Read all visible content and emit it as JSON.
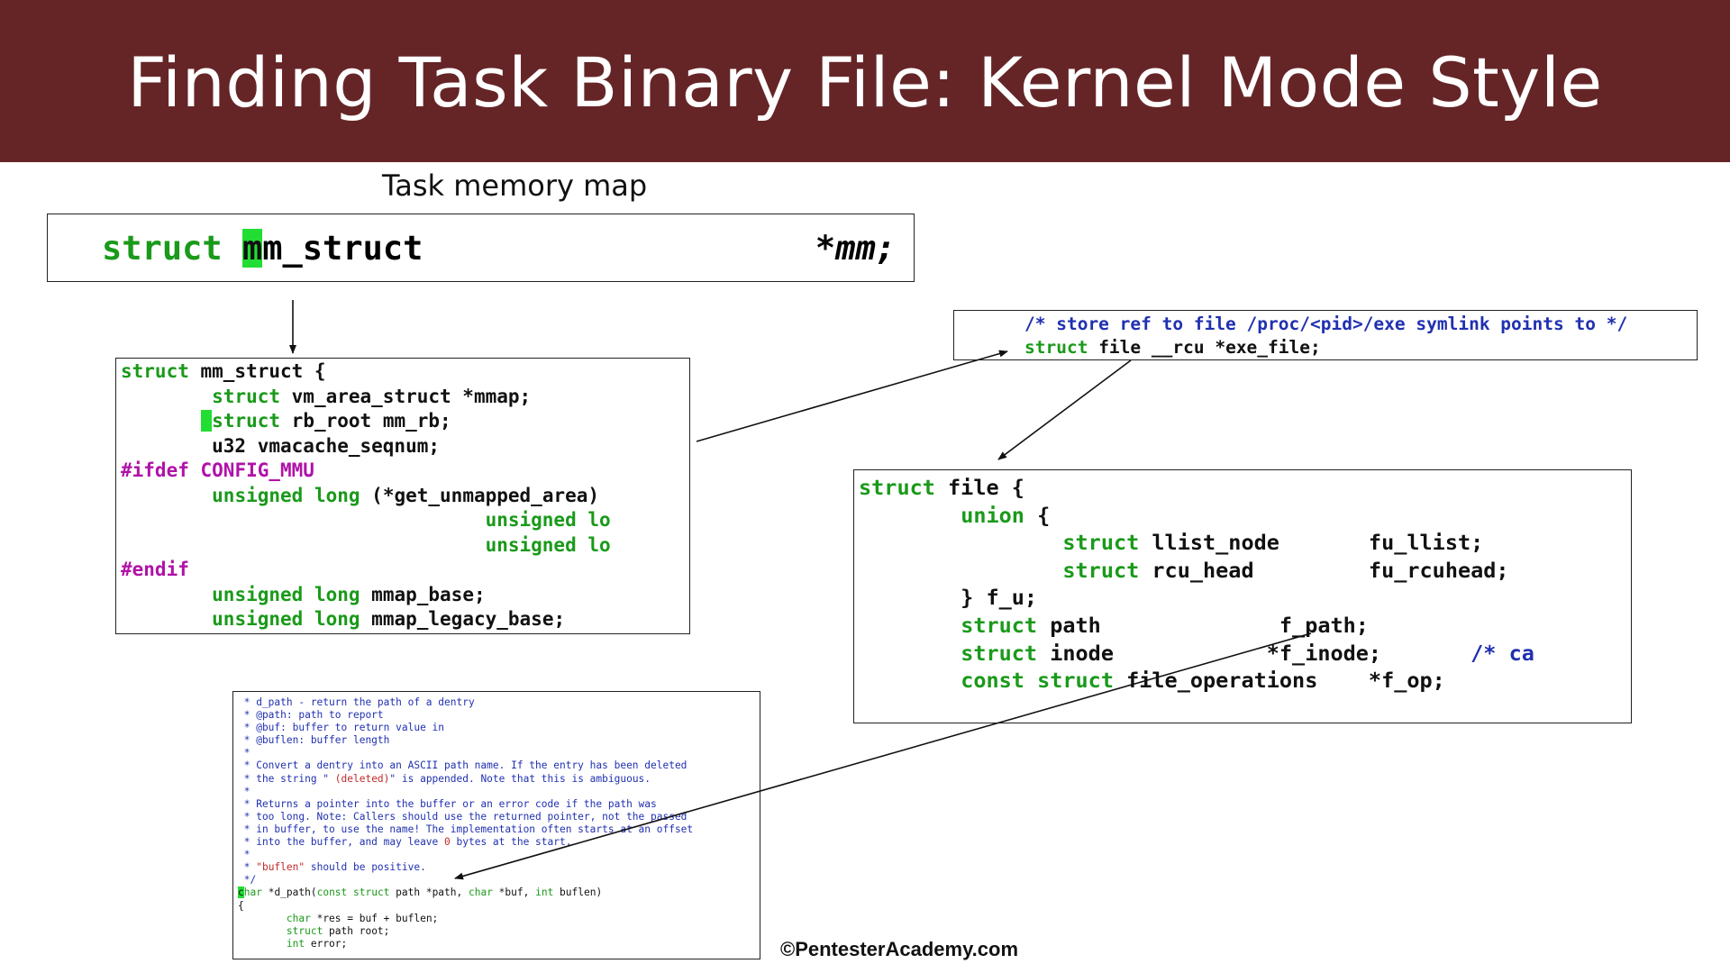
{
  "slide": {
    "title": "Finding Task Binary File: Kernel Mode Style",
    "label": "Task memory map",
    "credit": "©PentesterAcademy.com"
  },
  "mm_field": {
    "kw": "struct ",
    "cursor": "m",
    "rest": "m_struct",
    "right": "*mm;"
  },
  "mm_struct_code": [
    [
      [
        "",
        "struct"
      ],
      [
        "",
        " mm_struct {"
      ]
    ],
    [
      [
        "",
        "        "
      ],
      [
        "kw",
        "struct"
      ],
      [
        "",
        " vm_area_struct *mmap;"
      ]
    ],
    [
      [
        "",
        "       "
      ],
      [
        "cur",
        " "
      ],
      [
        "kw",
        "struct"
      ],
      [
        "",
        " rb_root mm_rb;"
      ]
    ],
    [
      [
        "",
        "        u32 vmacache_seqnum;"
      ]
    ],
    [
      [
        "pp",
        "#ifdef"
      ],
      [
        "",
        " "
      ],
      [
        "pp",
        "CONFIG_MMU"
      ]
    ],
    [
      [
        "",
        "        "
      ],
      [
        "kw",
        "unsigned long"
      ],
      [
        "",
        " (*get_unmapped_area)"
      ]
    ],
    [
      [
        "",
        "                                "
      ],
      [
        "kw",
        "unsigned lo"
      ]
    ],
    [
      [
        "",
        "                                "
      ],
      [
        "kw",
        "unsigned lo"
      ]
    ],
    [
      [
        "pp",
        "#endif"
      ]
    ],
    [
      [
        "",
        "        "
      ],
      [
        "kw",
        "unsigned long"
      ],
      [
        "",
        " mmap_base;"
      ]
    ],
    [
      [
        "",
        "        "
      ],
      [
        "kw",
        "unsigned long"
      ],
      [
        "",
        " mmap_legacy_base;"
      ]
    ]
  ],
  "exe_file_code": [
    [
      [
        "cm",
        "/* store ref to file /proc/<pid>/exe symlink points to */"
      ]
    ],
    [
      [
        "kw",
        "struct"
      ],
      [
        "",
        " file __rcu *exe_file;"
      ]
    ]
  ],
  "file_struct_code": [
    [
      [
        "kw",
        "struct"
      ],
      [
        "",
        " file {"
      ]
    ],
    [
      [
        "",
        "        "
      ],
      [
        "kw",
        "union"
      ],
      [
        "",
        " {"
      ]
    ],
    [
      [
        "",
        "                "
      ],
      [
        "kw",
        "struct"
      ],
      [
        "",
        " llist_node       fu_llist;"
      ]
    ],
    [
      [
        "",
        "                "
      ],
      [
        "kw",
        "struct"
      ],
      [
        "",
        " rcu_head         fu_rcuhead;"
      ]
    ],
    [
      [
        "",
        "        } f_u;"
      ]
    ],
    [
      [
        "",
        "        "
      ],
      [
        "kw",
        "struct"
      ],
      [
        "",
        " path              f_path;"
      ]
    ],
    [
      [
        "",
        "        "
      ],
      [
        "kw",
        "struct"
      ],
      [
        "",
        " inode            *f_inode;       "
      ],
      [
        "cm",
        "/* ca"
      ]
    ],
    [
      [
        "",
        "        "
      ],
      [
        "kw",
        "const struct"
      ],
      [
        "",
        " file_operations    *f_op;"
      ]
    ]
  ],
  "d_path_code": [
    [
      [
        "cm",
        " * d_path - return the path of a dentry"
      ]
    ],
    [
      [
        "cm",
        " * @path: path to report"
      ]
    ],
    [
      [
        "cm",
        " * @buf: buffer to return value in"
      ]
    ],
    [
      [
        "cm",
        " * @buflen: buffer length"
      ]
    ],
    [
      [
        "cm",
        " *"
      ]
    ],
    [
      [
        "cm",
        " * Convert a dentry into an ASCII path name. If the entry has been deleted"
      ]
    ],
    [
      [
        "cm",
        " * the string \" "
      ],
      [
        "st",
        "(deleted)"
      ],
      [
        "cm",
        "\" is appended. Note that this is ambiguous."
      ]
    ],
    [
      [
        "cm",
        " *"
      ]
    ],
    [
      [
        "cm",
        " * Returns a pointer into the buffer or an error code if the path was"
      ]
    ],
    [
      [
        "cm",
        " * too long. Note: Callers should use the returned pointer, not the passed"
      ]
    ],
    [
      [
        "cm",
        " * in buffer, to use the name! The implementation often starts at an offset"
      ]
    ],
    [
      [
        "cm",
        " * into the buffer, and may leave "
      ],
      [
        "nm",
        "0"
      ],
      [
        "cm",
        " bytes at the start."
      ]
    ],
    [
      [
        "cm",
        " *"
      ]
    ],
    [
      [
        "cm",
        " * "
      ],
      [
        "st",
        "\"buflen\""
      ],
      [
        "cm",
        " should be positive."
      ]
    ],
    [
      [
        "cm",
        " */"
      ]
    ],
    [
      [
        "cur",
        "c"
      ],
      [
        "kw",
        "har"
      ],
      [
        "",
        " *d_path("
      ],
      [
        "kw",
        "const struct"
      ],
      [
        "",
        " path *path, "
      ],
      [
        "kw",
        "char"
      ],
      [
        "",
        " *buf, "
      ],
      [
        "kw",
        "int"
      ],
      [
        "",
        " buflen)"
      ]
    ],
    [
      [
        "",
        "{"
      ]
    ],
    [
      [
        "",
        "        "
      ],
      [
        "kw",
        "char"
      ],
      [
        "",
        " *res = buf + buflen;"
      ]
    ],
    [
      [
        "",
        "        "
      ],
      [
        "kw",
        "struct"
      ],
      [
        "",
        " path root;"
      ]
    ],
    [
      [
        "",
        "        "
      ],
      [
        "kw",
        "int"
      ],
      [
        "",
        " error;"
      ]
    ]
  ],
  "colors": {
    "banner": "#652527",
    "keyword": "#1a9a1a",
    "preprocessor": "#b012a8",
    "comment": "#2030b0",
    "cursor": "#22dd33"
  }
}
